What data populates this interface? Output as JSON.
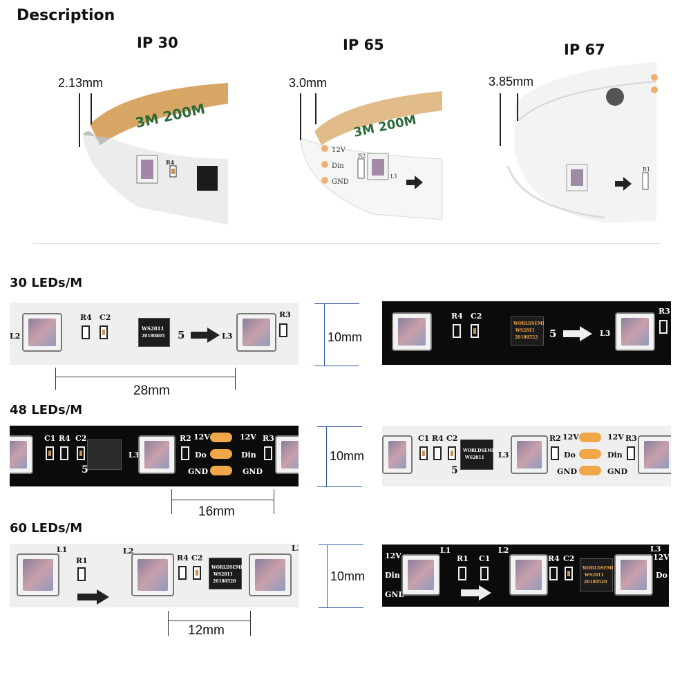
{
  "header": {
    "title": "Description"
  },
  "ip_variants": [
    {
      "title": "IP 30",
      "thickness": "2.13mm"
    },
    {
      "title": "IP 65",
      "thickness": "3.0mm"
    },
    {
      "title": "IP 67",
      "thickness": "3.85mm"
    }
  ],
  "strip_print": {
    "ip30_tape": "3M 200M",
    "ip65_tape": "3M 200M",
    "ip65_labels": [
      "12V",
      "Din",
      "GND"
    ],
    "ip65_r": "R2",
    "ip65_l": "L1",
    "ip30_r": "R4",
    "ip67_r": "R1"
  },
  "sections": [
    {
      "title": "30 LEDs/M",
      "width": "10mm",
      "pitch": "28mm",
      "white_labels": {
        "r4": "R4",
        "c2": "C2",
        "r3": "R3",
        "l2": "L2",
        "l3": "L3",
        "five": "5"
      },
      "chip_text": [
        "WS2811",
        "20180805"
      ],
      "black_chip_text": [
        "WORLDSEMI",
        "WS2811",
        "20180522"
      ]
    },
    {
      "title": "48 LEDs/M",
      "width": "10mm",
      "pitch": "16mm",
      "labels": {
        "c1": "C1",
        "r4": "R4",
        "c2": "C2",
        "l3": "L3",
        "r2": "R2",
        "r3": "R3",
        "v12a": "12V",
        "v12b": "12V",
        "do": "Do",
        "din": "Din",
        "gnda": "GND",
        "gndb": "GND",
        "five": "5"
      },
      "chip_text": [
        "WORLDSEMI",
        "WS2811"
      ]
    },
    {
      "title": "60 LEDs/M",
      "width": "10mm",
      "pitch": "12mm",
      "labels": {
        "l1": "L1",
        "r1": "R1",
        "l2": "L2",
        "r4": "R4",
        "c2": "C2",
        "l3": "L3",
        "c1": "C1",
        "v12": "12V",
        "din": "Din",
        "gnd": "GND",
        "do": "Do"
      },
      "chip_text": [
        "WORLDSEMI",
        "WS2811",
        "20180520"
      ]
    }
  ]
}
